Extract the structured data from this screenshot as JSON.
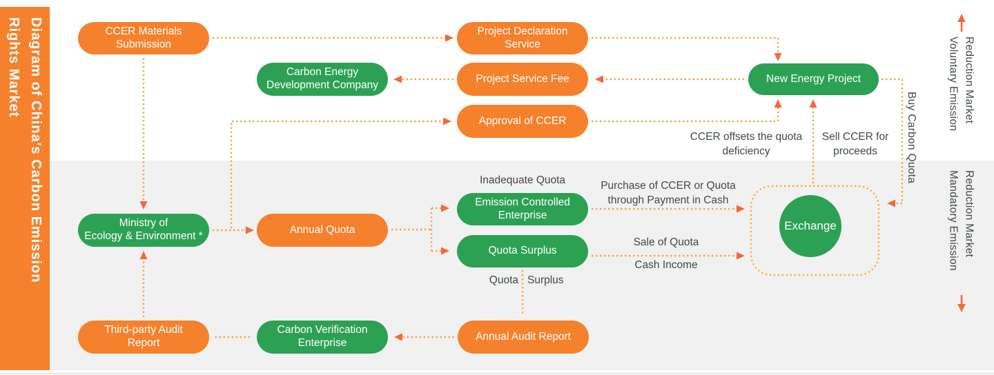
{
  "title": "Diagram of China's Carbon Emission\nRights Market",
  "market_labels": {
    "voluntary": "Voluntary Emission\nReduction Market",
    "mandatory": "Mandatory Emission\nReduction Market"
  },
  "nodes": {
    "ccer_materials_submission": "CCER Materials\nSubmission",
    "project_declaration_service": "Project Declaration\nService",
    "carbon_energy_development_company": "Carbon Energy\nDevelopment Company",
    "project_service_fee": "Project Service Fee",
    "approval_of_ccer": "Approval of CCER",
    "new_energy_project": "New Energy Project",
    "ministry_of_ecology_environment": "Ministry of\nEcology & Environment *",
    "annual_quota": "Annual Quota",
    "emission_controlled_enterprise": "Emission Controlled\nEnterprise",
    "quota_surplus": "Quota Surplus",
    "third_party_audit_report": "Third-party Audit\nReport",
    "carbon_verification_enterprise": "Carbon Verification\nEnterprise",
    "annual_audit_report": "Annual Audit Report",
    "exchange": "Exchange"
  },
  "flow_labels": {
    "inadequate_quota": "Inadequate Quota",
    "purchase_of_ccer": "Purchase of CCER or Quota\nthrough Payment in Cash",
    "sale_of_quota": "Sale of Quota",
    "cash_income": "Cash Income",
    "quota_surplus_word1": "Quota",
    "quota_surplus_word2": "Surplus",
    "ccer_offsets": "CCER offsets the quota\ndeficiency",
    "sell_ccer": "Sell CCER for\nproceeds",
    "buy_carbon_quota": "Buy Carbon Quota"
  },
  "colors": {
    "orange": "#F5812C",
    "green": "#2CA154",
    "arrow_dot": "#F9A53E",
    "arrow_head": "#F4693B",
    "section_gray": "#F1F1F1",
    "text_dark": "#3F4B46"
  }
}
